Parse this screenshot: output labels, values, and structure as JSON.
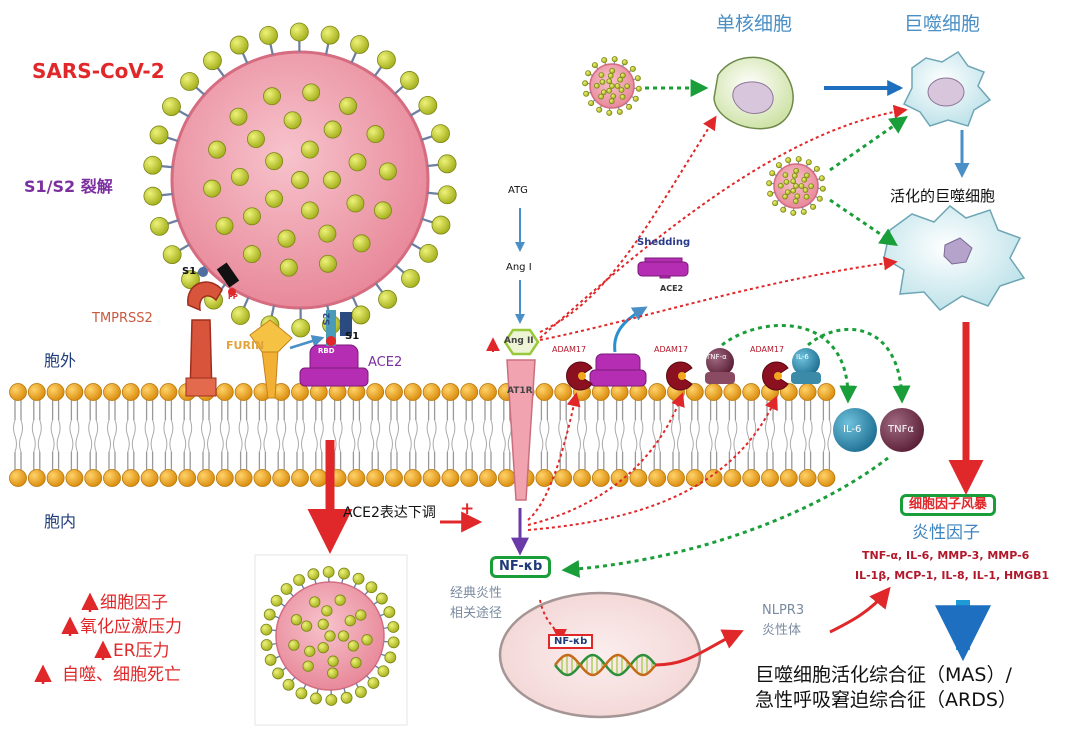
{
  "title": "SARS-CoV-2",
  "labels": {
    "s1s2": "S1/S2 裂解",
    "tmprss2": "TMPRSS2",
    "furin": "FURIN",
    "ace2": "ACE2",
    "s1_a": "S1",
    "s1_b": "S1",
    "s2": "S2",
    "rbd": "RBD",
    "fp": "FP",
    "outside": "胞外",
    "inside": "胞内",
    "atg": "ATG",
    "ang1": "Ang I",
    "ang2": "Ang II",
    "at1r": "AT1R",
    "shedding": "Shedding",
    "ace2_shed": "ACE2",
    "adam17_1": "ADAM17",
    "adam17_2": "ADAM17",
    "adam17_3": "ADAM17",
    "tnfa_membrane": "TNF-α",
    "il6_membrane": "IL-6",
    "il6": "IL-6",
    "tnfa": "TNFα",
    "ace2_down": "ACE2表达下调",
    "plus": "+",
    "nfkb": "NF-κb",
    "nfkb_nucleus": "NF-κb",
    "classic_pathway_1": "经典炎性",
    "classic_pathway_2": "相关途径",
    "nlrp3_1": "NLPR3",
    "nlrp3_2": "炎性体",
    "monocyte": "单核细胞",
    "macrophage": "巨噬细胞",
    "activated_macrophage": "活化的巨噬细胞",
    "cytokine_storm": "细胞因子风暴",
    "inflammatory_factors": "炎性因子",
    "factor_list_1": "TNF-α, IL-6, MMP-3, MMP-6",
    "factor_list_2": "IL-1β, MCP-1, IL-8, IL-1, HMGB1",
    "outcome_1": "巨噬细胞活化综合征（MAS）/",
    "outcome_2": "急性呼吸窘迫综合征（ARDS）",
    "effects": [
      "细胞因子",
      "氧化应激压力",
      "ER压力",
      "自噬、细胞死亡"
    ]
  },
  "colors": {
    "virus": "#f0a7b4",
    "spike": "#c9d33c",
    "membrane_head": "#f2a81d",
    "red_arrow": "#e0282a",
    "green_dotted": "#1a9e3a",
    "blue_arrow": "#4a8fc6",
    "ace2": "#b52db3"
  }
}
